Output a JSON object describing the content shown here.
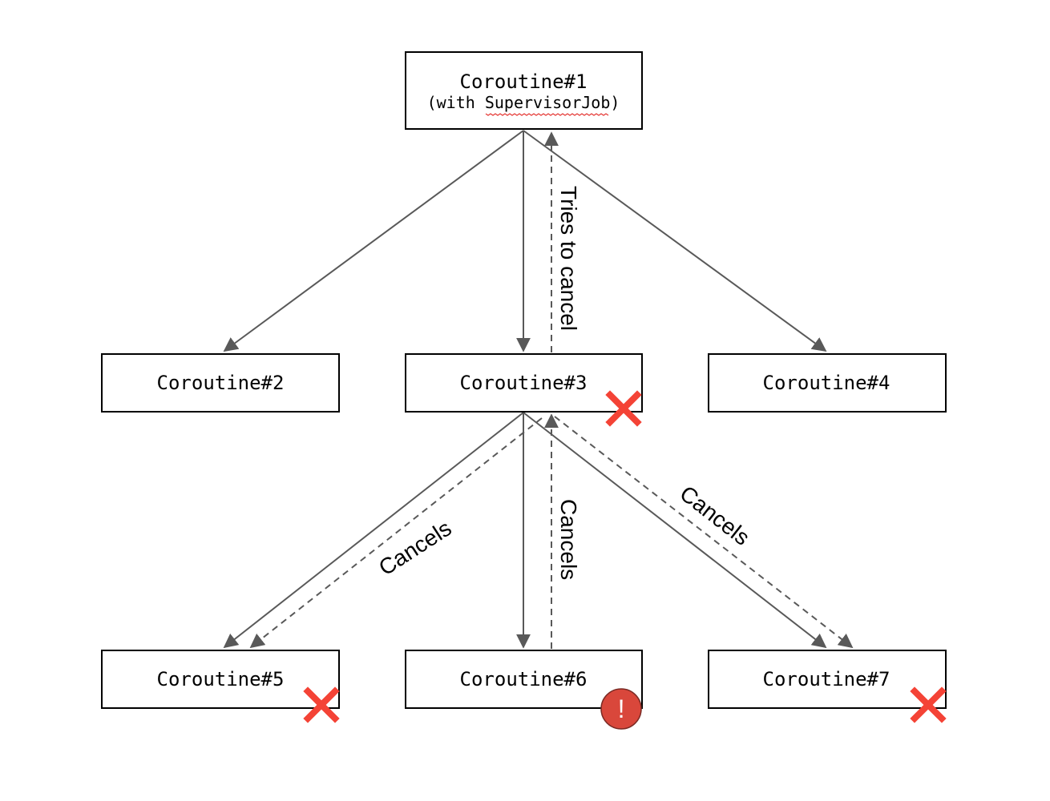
{
  "nodes": {
    "c1": {
      "label": "Coroutine#1",
      "sub_prefix": "(with ",
      "sub_word": "SupervisorJob",
      "sub_suffix": ")"
    },
    "c2": {
      "label": "Coroutine#2"
    },
    "c3": {
      "label": "Coroutine#3"
    },
    "c4": {
      "label": "Coroutine#4"
    },
    "c5": {
      "label": "Coroutine#5"
    },
    "c6": {
      "label": "Coroutine#6"
    },
    "c7": {
      "label": "Coroutine#7"
    }
  },
  "edge_labels": {
    "tries_to_cancel": "Tries to cancel",
    "cancels_5": "Cancels",
    "cancels_6": "Cancels",
    "cancels_7": "Cancels"
  },
  "markers": {
    "cancelled": [
      "c3",
      "c5",
      "c7"
    ],
    "error": [
      "c6"
    ],
    "cancelled_icon": "x-icon",
    "error_icon": "exclamation-icon",
    "error_symbol": "!"
  },
  "colors": {
    "cancel_mark": "#f44336",
    "error_badge": "#d9473b",
    "edge": "#595959"
  }
}
